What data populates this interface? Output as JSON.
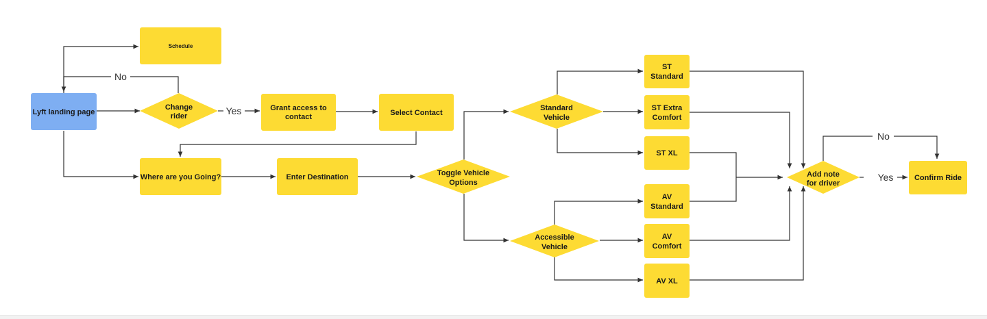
{
  "colors": {
    "process_fill": "#FDDB33",
    "start_fill": "#7EAEF2",
    "connector": "#333333",
    "background": "#FFFFFF"
  },
  "nodes": {
    "schedule": "Schedule",
    "landing": "Lyft landing page",
    "change_rider": [
      "Change",
      "rider"
    ],
    "grant_access": [
      "Grant access to",
      "contact"
    ],
    "select_contact": "Select Contact",
    "where_going": "Where are you Going?",
    "enter_destination": "Enter Destination",
    "toggle_vehicle": [
      "Toggle Vehicle",
      "Options"
    ],
    "standard_vehicle": [
      "Standard",
      "Vehicle"
    ],
    "accessible_vehicle": [
      "Accessible",
      "Vehicle"
    ],
    "st_standard": [
      "ST",
      "Standard"
    ],
    "st_extra_comfort": [
      "ST Extra",
      "Comfort"
    ],
    "st_xl": "ST XL",
    "av_standard": [
      "AV",
      "Standard"
    ],
    "av_comfort": [
      "AV",
      "Comfort"
    ],
    "av_xl": "AV XL",
    "add_note": [
      "Add note",
      "for driver"
    ],
    "confirm_ride": "Confirm Ride"
  },
  "edge_labels": {
    "change_rider_no": "No",
    "change_rider_yes": "Yes",
    "add_note_no": "No",
    "add_note_yes": "Yes"
  }
}
